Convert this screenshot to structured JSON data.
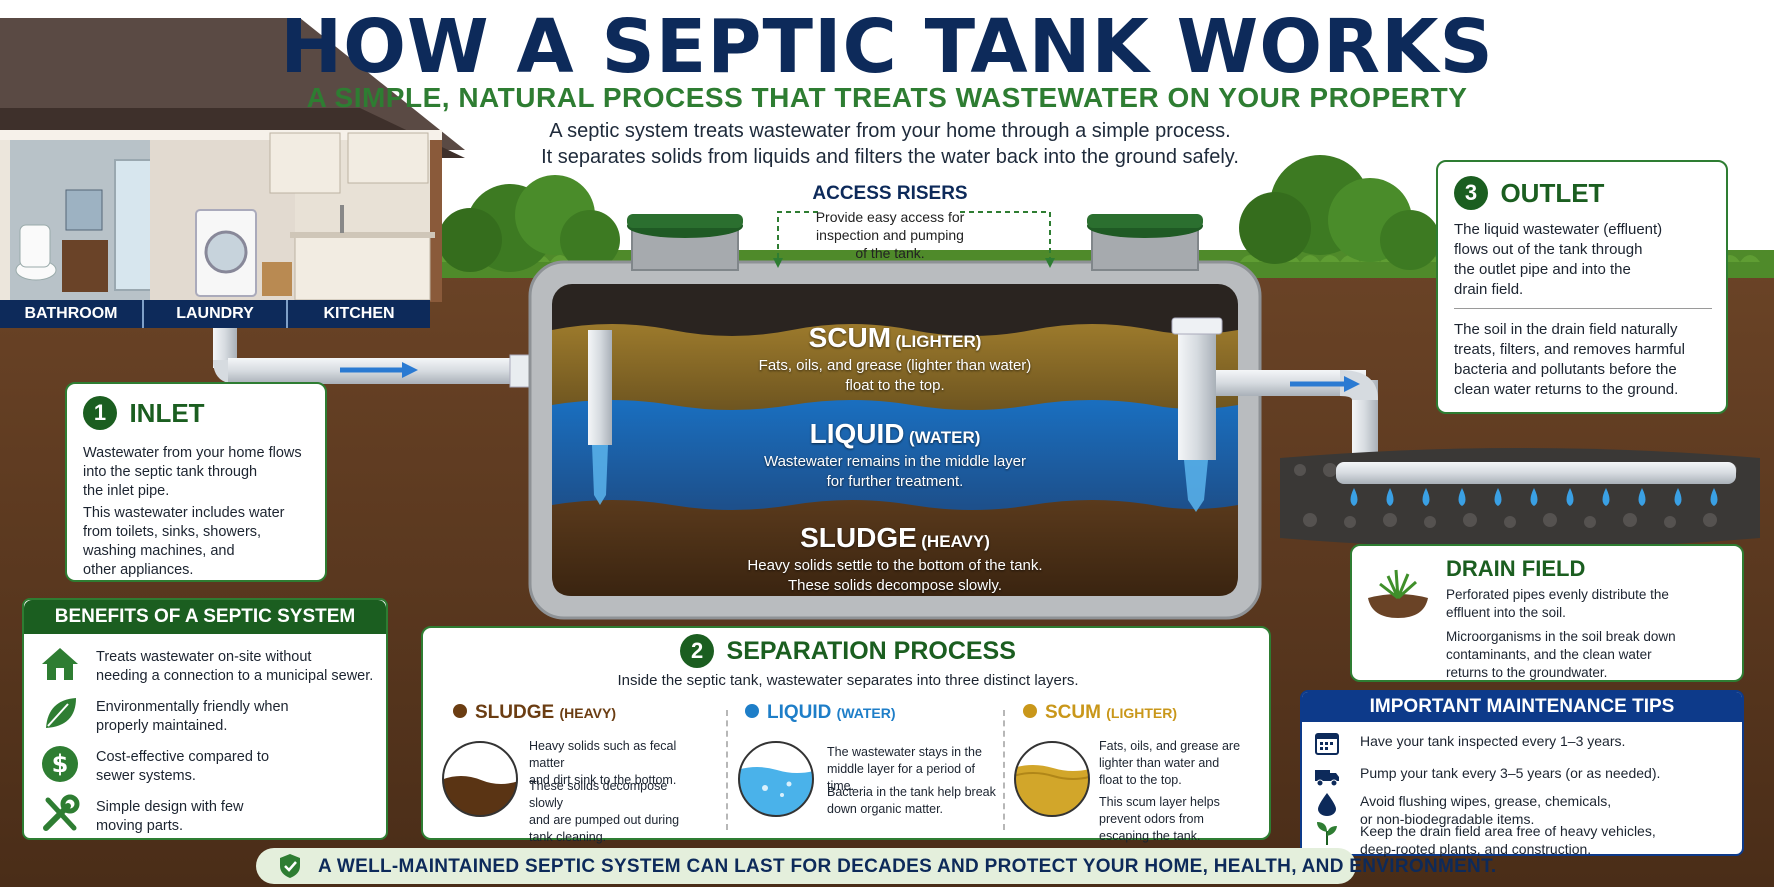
{
  "title": "HOW A SEPTIC TANK WORKS",
  "subtitle": "A SIMPLE, NATURAL PROCESS THAT TREATS WASTEWATER ON YOUR PROPERTY",
  "intro": {
    "line1": "A septic system treats wastewater from your home through a simple process.",
    "line2": "It separates solids from liquids and filters the water back into the ground safely."
  },
  "house": {
    "rooms": [
      "BATHROOM",
      "LAUNDRY",
      "KITCHEN"
    ]
  },
  "access_risers": {
    "title": "ACCESS RISERS",
    "desc_line1": "Provide easy access for",
    "desc_line2": "inspection and pumping",
    "desc_line3": "of the tank."
  },
  "tank_layers": {
    "scum": {
      "name": "SCUM",
      "note": "(LIGHTER)",
      "line1": "Fats, oils, and grease (lighter than water)",
      "line2": "float to the top."
    },
    "liquid": {
      "name": "LIQUID",
      "note": "(WATER)",
      "line1": "Wastewater remains in the middle layer",
      "line2": "for further treatment."
    },
    "sludge": {
      "name": "SLUDGE",
      "note": "(HEAVY)",
      "line1": "Heavy solids settle to the bottom of the tank.",
      "line2": "These solids decompose slowly."
    }
  },
  "inlet": {
    "number": "1",
    "title": "INLET",
    "p1": [
      "Wastewater from your home flows",
      "into the septic tank through",
      "the inlet pipe."
    ],
    "p2": [
      "This wastewater includes water",
      "from toilets, sinks, showers,",
      "washing machines, and",
      "other appliances."
    ]
  },
  "outlet": {
    "number": "3",
    "title": "OUTLET",
    "p1": [
      "The liquid wastewater (effluent)",
      "flows out of the tank through",
      "the outlet pipe and into the",
      "drain field."
    ],
    "p2": [
      "The soil in the drain field naturally",
      "treats, filters, and removes harmful",
      "bacteria and pollutants before the",
      "clean water returns to the ground."
    ]
  },
  "drain_field": {
    "title": "DRAIN FIELD",
    "p1": [
      "Perforated pipes evenly distribute the",
      "effluent into the soil."
    ],
    "p2": [
      "Microorganisms in the soil break down",
      "contaminants, and the clean water",
      "returns to the groundwater."
    ]
  },
  "benefits": {
    "title": "BENEFITS OF A SEPTIC SYSTEM",
    "items": [
      {
        "icon": "house-icon",
        "lines": [
          "Treats wastewater on-site without",
          "needing a connection to a municipal sewer."
        ]
      },
      {
        "icon": "leaf-icon",
        "lines": [
          "Environmentally friendly when",
          "properly maintained."
        ]
      },
      {
        "icon": "dollar-icon",
        "lines": [
          "Cost-effective compared to",
          "sewer systems."
        ]
      },
      {
        "icon": "tools-icon",
        "lines": [
          "Simple design with few",
          "moving parts."
        ]
      }
    ]
  },
  "separation": {
    "number": "2",
    "title": "SEPARATION PROCESS",
    "desc": "Inside the septic tank, wastewater separates into three distinct layers.",
    "columns": [
      {
        "name": "SLUDGE",
        "note": "(HEAVY)",
        "color": "#6b3d12",
        "p1": [
          "Heavy solids such as fecal matter",
          "and dirt sink to the bottom."
        ],
        "p2": [
          "These solids decompose slowly",
          "and are pumped out during",
          "tank cleaning."
        ]
      },
      {
        "name": "LIQUID",
        "note": "(WATER)",
        "color": "#1e7ec8",
        "p1": [
          "The wastewater stays in the",
          "middle layer for a period of time."
        ],
        "p2": [
          "Bacteria in the tank help break",
          "down organic matter."
        ]
      },
      {
        "name": "SCUM",
        "note": "(LIGHTER)",
        "color": "#c9971a",
        "p1": [
          "Fats, oils, and grease are",
          "lighter than water and",
          "float to the top."
        ],
        "p2": [
          "This scum layer helps",
          "prevent odors from",
          "escaping the tank."
        ]
      }
    ]
  },
  "maintenance": {
    "title": "IMPORTANT MAINTENANCE TIPS",
    "tips": [
      {
        "icon": "calendar-icon",
        "lines": [
          "Have your tank inspected every 1–3 years."
        ]
      },
      {
        "icon": "truck-icon",
        "lines": [
          "Pump your tank every 3–5 years (or as needed)."
        ]
      },
      {
        "icon": "drop-icon",
        "lines": [
          "Avoid flushing wipes, grease, chemicals,",
          "or non-biodegradable items."
        ]
      },
      {
        "icon": "plant-icon",
        "lines": [
          "Keep the drain field area free of heavy vehicles,",
          "deep-rooted plants, and construction."
        ]
      }
    ]
  },
  "banner": "A WELL-MAINTAINED SEPTIC SYSTEM CAN LAST FOR DECADES AND PROTECT YOUR HOME, HEALTH, AND ENVIRONMENT.",
  "colors": {
    "navy": "#0d2a5a",
    "green": "#2e7d32",
    "dark_green": "#1b5e20",
    "soil": "#5a3a22",
    "water": "#1e6fb8",
    "scum": "#8a6a20",
    "sludge": "#4a2e16"
  }
}
